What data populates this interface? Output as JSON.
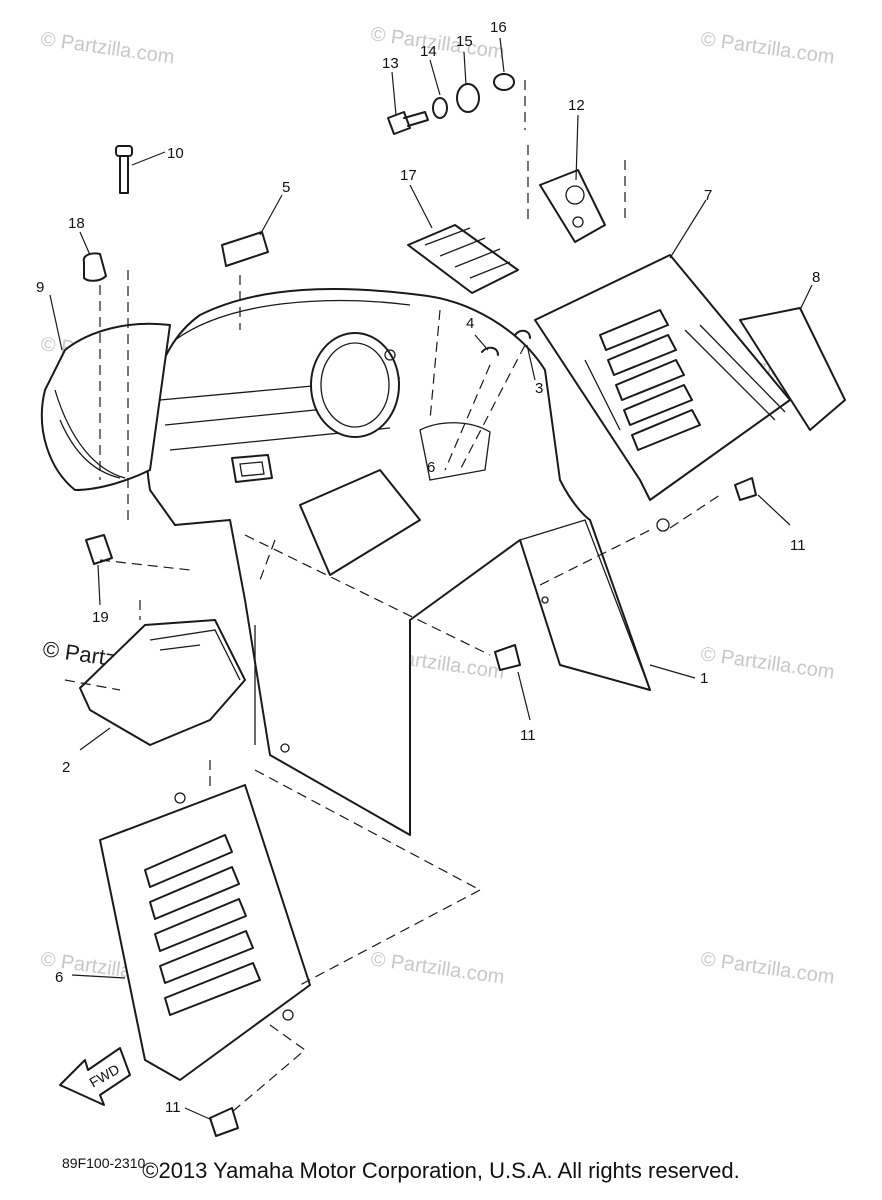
{
  "callouts": {
    "c1": "1",
    "c2": "2",
    "c3": "3",
    "c4": "4",
    "c5": "5",
    "c6": "6",
    "c6b": "6",
    "c7": "7",
    "c8": "8",
    "c9": "9",
    "c10": "10",
    "c11a": "11",
    "c11b": "11",
    "c11c": "11",
    "c12": "12",
    "c13": "13",
    "c14": "14",
    "c15": "15",
    "c16": "16",
    "c17": "17",
    "c18": "18",
    "c19": "19"
  },
  "watermark": "© Partzilla.com",
  "fwd_label": "FWD",
  "diagram_code": "89F100-2310",
  "copyright": "©2013  Yamaha Motor Corporation, U.S.A. All rights reserved."
}
